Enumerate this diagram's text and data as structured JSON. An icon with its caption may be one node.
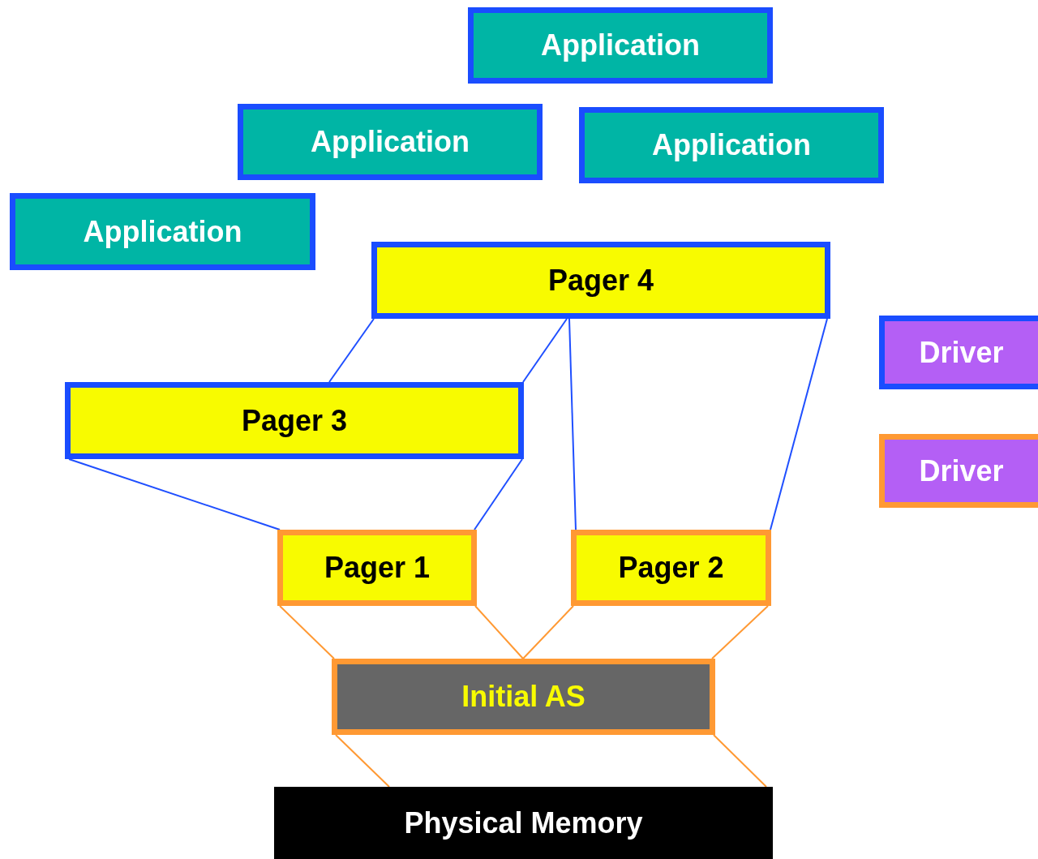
{
  "diagram": {
    "nodes": [
      {
        "text": [
          "Application"
        ]
      },
      {
        "text": [
          "Application"
        ]
      },
      {
        "text": [
          "Application"
        ]
      },
      {
        "text": [
          "Application"
        ]
      },
      {
        "text": [
          "Pager 4"
        ]
      },
      {
        "text": [
          "Driver"
        ]
      },
      {
        "text": [
          "Pager 3"
        ]
      },
      {
        "text": [
          "Driver"
        ]
      },
      {
        "text": [
          "Pager 1"
        ]
      },
      {
        "text": [
          "Pager 2"
        ]
      },
      {
        "text": [
          "Initial AS"
        ]
      },
      {
        "text": [
          "Physical Memory"
        ]
      }
    ],
    "edges": [
      {
        "from": 4,
        "to": 6,
        "arrow": "none",
        "color": "#1f4fff"
      },
      {
        "from": 4,
        "to": 6,
        "arrow": "none",
        "color": "#1f4fff"
      },
      {
        "from": 4,
        "to": 9,
        "arrow": "none",
        "color": "#1f4fff"
      },
      {
        "from": 4,
        "to": 9,
        "arrow": "none",
        "color": "#1f4fff"
      },
      {
        "from": 6,
        "to": 8,
        "arrow": "none",
        "color": "#1f4fff"
      },
      {
        "from": 6,
        "to": 8,
        "arrow": "none",
        "color": "#1f4fff"
      },
      {
        "from": 8,
        "to": 10,
        "arrow": "none",
        "color": "#ff9933"
      },
      {
        "from": 8,
        "to": 10,
        "arrow": "none",
        "color": "#ff9933"
      },
      {
        "from": 9,
        "to": 10,
        "arrow": "none",
        "color": "#ff9933"
      },
      {
        "from": 9,
        "to": 10,
        "arrow": "none",
        "color": "#ff9933"
      },
      {
        "from": 10,
        "to": 11,
        "arrow": "none",
        "color": "#ff9933"
      },
      {
        "from": 10,
        "to": 11,
        "arrow": "none",
        "color": "#ff9933"
      }
    ]
  }
}
